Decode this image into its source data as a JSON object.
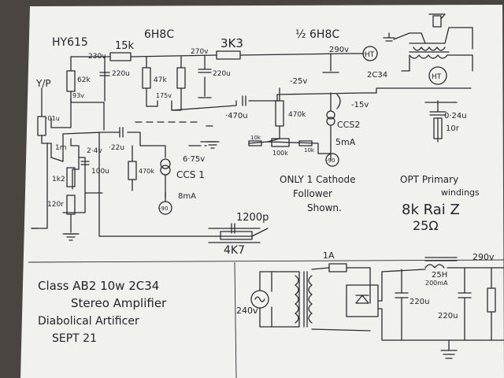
{
  "schematic": {
    "top_labels": {
      "hy615": "HY615",
      "tube_6h8c_left": "6H8C",
      "tube_half_6h8c": "½ 6H8C",
      "tube_2c34": "2C34"
    },
    "components": {
      "r_15k": "15k",
      "r_3k3": "3K3",
      "c_220u_a": "220u",
      "c_220u_b": "220u",
      "r_62k": "62k",
      "r_47k": "47k",
      "r_470k_a": "470k",
      "r_470k_b": "470k",
      "r_10k_a": "10k",
      "r_100k": "100k",
      "r_10k_b": "10k",
      "c_470u": "·470u",
      "c_22u": "·22u",
      "c_01u": "·01u",
      "r_1m": "1m",
      "r_1k2": "1k2",
      "r_120r": "120r",
      "c_100u": "100u",
      "c_1200p": "1200p",
      "r_4k7": "4K7",
      "c_024u": "0·24u",
      "r_10r": "10r",
      "ccs1": "CCS 1",
      "ccs2": "CCS2",
      "ccs1_current": "8mA",
      "ccs2_current": "5mA"
    },
    "voltages": {
      "v230": "230v",
      "v270": "270v",
      "v290": "290v",
      "v93": "93v",
      "v175": "175v",
      "v_neg25": "-25v",
      "v_neg15": "-15v",
      "v6_75": "6·75v",
      "v24": "2·4v"
    },
    "badges": {
      "ht": "HT",
      "neg90": "-90"
    },
    "notes": {
      "input": "Y/P",
      "follower_1": "ONLY 1 Cathode",
      "follower_2": "Follower",
      "follower_3": "Shown.",
      "opt_1": "OPT Primary",
      "opt_2": "windings",
      "impedance_1": "8k Rai Z",
      "impedance_2": "25Ω"
    },
    "power_supply": {
      "fuse": "1A",
      "mains": "240v",
      "choke": "25H",
      "choke_current": "200mA",
      "c_220u_1": "220u",
      "c_220u_2": "220u",
      "out_voltage": "290v"
    },
    "title_block": {
      "line1": "Class AB2 10w 2C34",
      "line2": "Stereo Amplifier",
      "line3": "Diabolical Artificer",
      "line4": "SEPT 21"
    }
  },
  "colors": {
    "ink": "#2a2a33",
    "paper": "#f1f1ee",
    "background": "#4a4540"
  }
}
